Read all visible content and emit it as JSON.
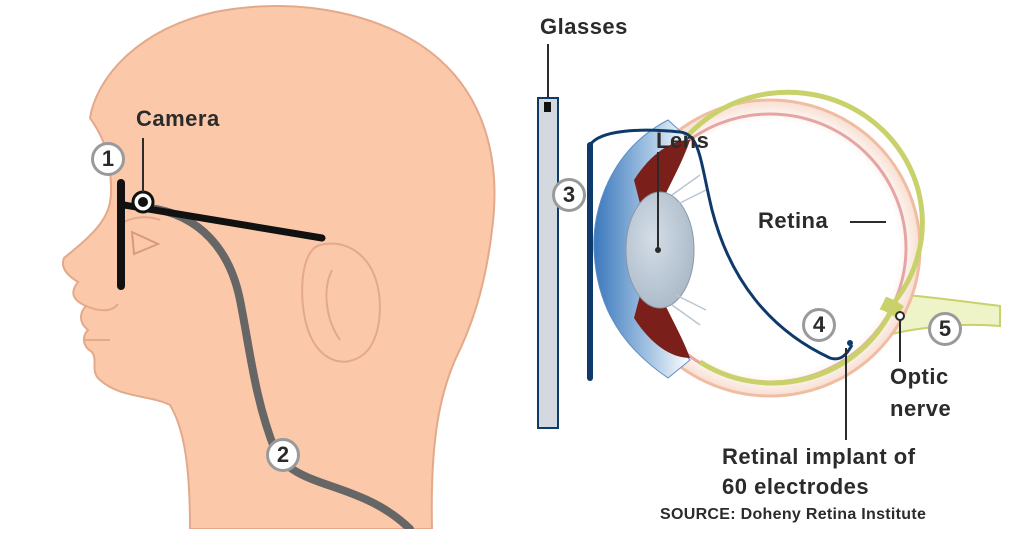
{
  "labels": {
    "glasses": "Glasses",
    "camera": "Camera",
    "lens": "Lens",
    "retina": "Retina",
    "optic_nerve_line1": "Optic",
    "optic_nerve_line2": "nerve",
    "implant_line1": "Retinal implant of",
    "implant_line2": "60 electrodes",
    "source": "SOURCE: Doheny Retina Institute"
  },
  "badges": [
    "1",
    "2",
    "3",
    "4",
    "5"
  ],
  "colors": {
    "skin": "#fbc9aa",
    "skin_outline": "#e3a98a",
    "wire_gray": "#666666",
    "frame_black": "#111111",
    "glass_panel": "#d4d8df",
    "implant_blue": "#0e3a6b",
    "retina_yellow": "#c9d26a",
    "iris_brown": "#7a1f1a",
    "lens_gray": "#b9c6d2"
  }
}
